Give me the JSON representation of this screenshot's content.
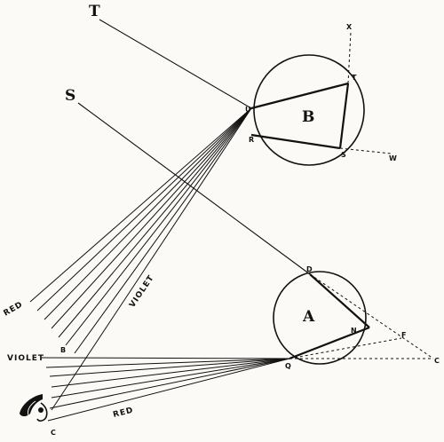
{
  "labels": {
    "T_top": "T",
    "S_top": "S",
    "X": "X",
    "T_circle": "T",
    "U": "U",
    "R": "R",
    "S_circle": "S",
    "W": "W",
    "B": "B",
    "D": "D",
    "A": "A",
    "N": "N",
    "F": "F",
    "C_right": "C",
    "Q": "Q",
    "B_small": "B",
    "C_eye": "C",
    "violet_left": "VIOLET",
    "violet_diag": "VIOLET",
    "red_left": "RED",
    "red_bottom": "RED"
  }
}
